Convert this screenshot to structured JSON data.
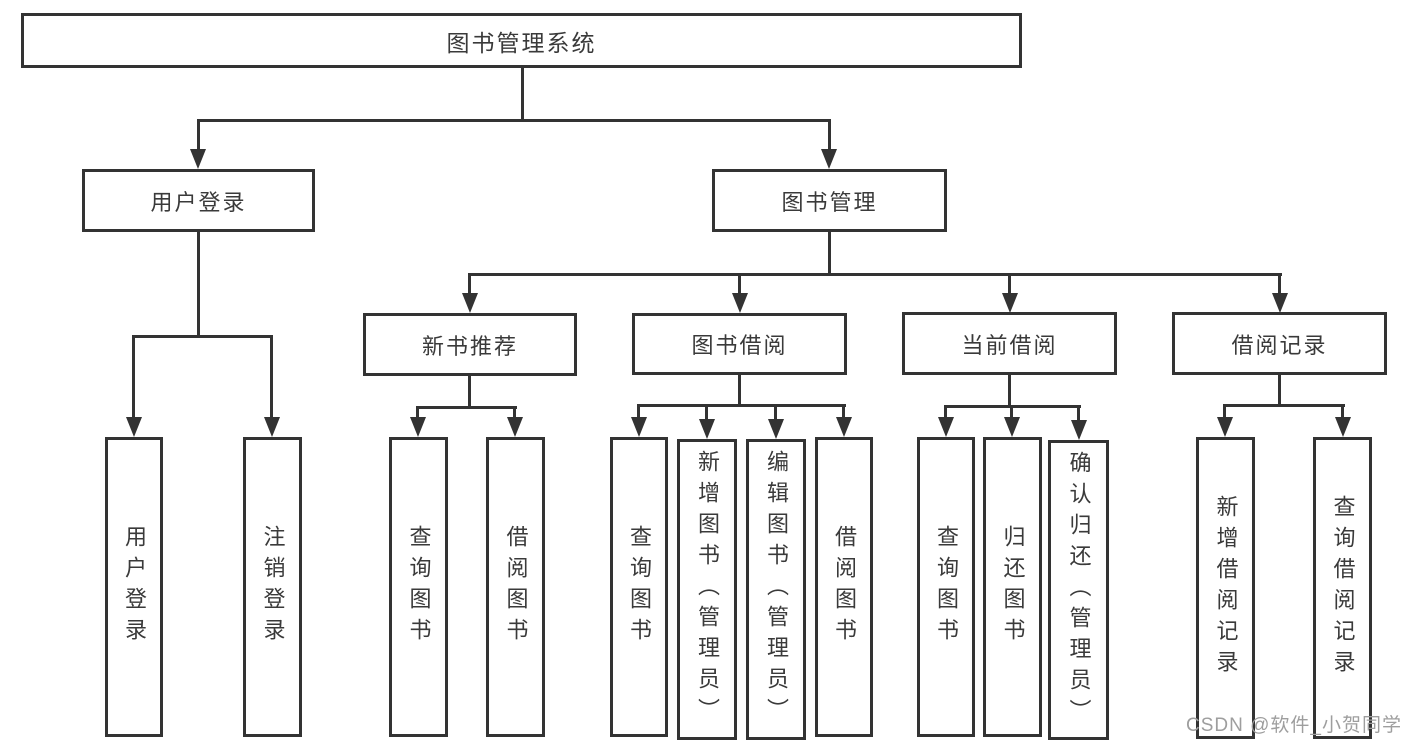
{
  "diagram": {
    "type": "tree",
    "root": {
      "label": "图书管理系统",
      "children": [
        {
          "label": "用户登录",
          "children": [
            {
              "label": "用户登录"
            },
            {
              "label": "注销登录"
            }
          ]
        },
        {
          "label": "图书管理",
          "children": [
            {
              "label": "新书推荐",
              "children": [
                {
                  "label": "查询图书"
                },
                {
                  "label": "借阅图书"
                }
              ]
            },
            {
              "label": "图书借阅",
              "children": [
                {
                  "label": "查询图书"
                },
                {
                  "label": "新增图书（管理员）"
                },
                {
                  "label": "编辑图书（管理员）"
                },
                {
                  "label": "借阅图书"
                }
              ]
            },
            {
              "label": "当前借阅",
              "children": [
                {
                  "label": "查询图书"
                },
                {
                  "label": "归还图书"
                },
                {
                  "label": "确认归还（管理员）"
                }
              ]
            },
            {
              "label": "借阅记录",
              "children": [
                {
                  "label": "新增借阅记录"
                },
                {
                  "label": "查询借阅记录"
                }
              ]
            }
          ]
        }
      ]
    }
  },
  "watermark": {
    "text": "CSDN @软件_小贺同学"
  },
  "colors": {
    "line": "#333333",
    "text": "#3a3a3a",
    "watermark": "#9e9e9e",
    "background": "#ffffff"
  }
}
